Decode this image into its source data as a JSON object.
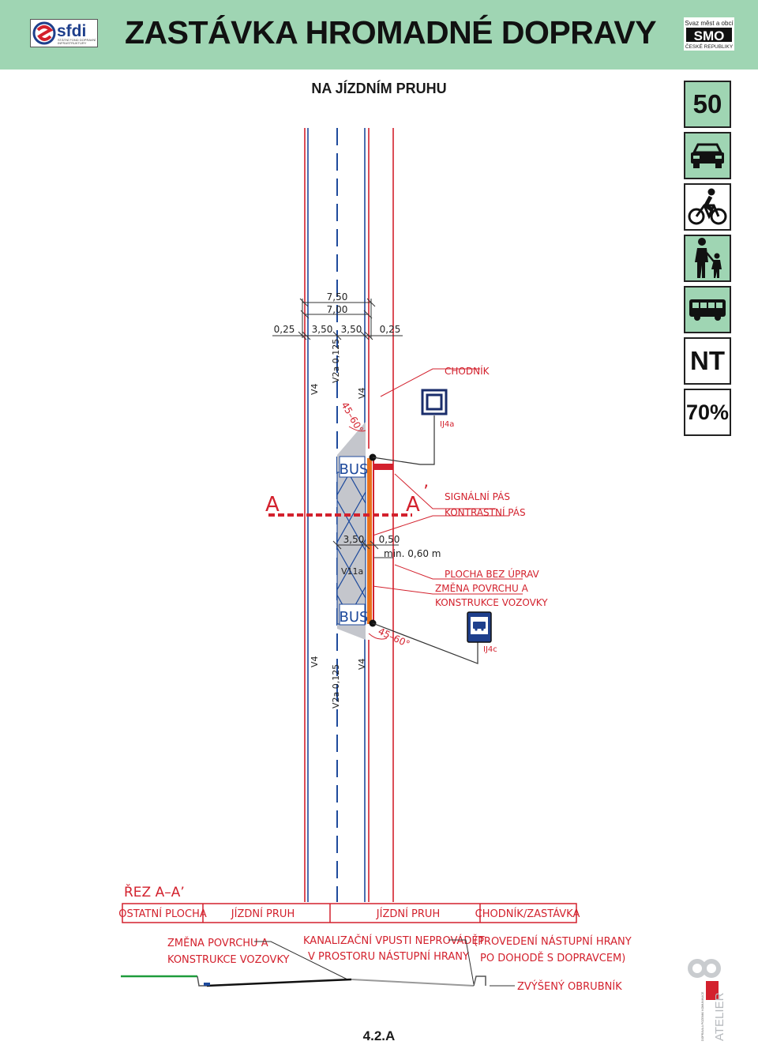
{
  "header": {
    "title": "ZASTÁVKA HROMADNÉ DOPRAVY",
    "sfdi_logo_text": "sfdi",
    "sfdi_logo_sub": "STÁTNÍ FOND DOPRAVNÍ INFRASTRUKTURY",
    "smo_logo_top": "Svaz měst a obcí",
    "smo_logo_mid": "SMO",
    "smo_logo_bottom": "ČESKÉ REPUBLIKY"
  },
  "subtitle": "NA JÍZDNÍM PRUHU",
  "sidebar": {
    "speed": "50",
    "nt": "NT",
    "percent": "70%"
  },
  "plan": {
    "dim_total_outer": "7,50",
    "dim_total_inner": "7,00",
    "dim_edge_left": "0,25",
    "dim_lane_left": "3,50",
    "dim_lane_right": "3,50",
    "dim_edge_right": "0,25",
    "mark_v4_left_top": "V4",
    "mark_v2a_top": "V2a 0,125",
    "mark_v4_right_top": "V4",
    "mark_v4_left_bottom": "V4",
    "mark_v2a_bottom": "V2a 0,125",
    "mark_v4_right_bottom": "V4",
    "angle_top": "45–60°",
    "angle_bottom": "45–60°",
    "bus_top": "BUS",
    "bus_bottom": "BUS",
    "v11a": "V11a",
    "dim_bay": "3,50",
    "dim_platform": "0,50",
    "dim_min": "min. 0,60 m",
    "section_a": "A",
    "section_a_prime": "A",
    "prime_mark": "’",
    "label_chodnik": "CHODNÍK",
    "sign_ij4a": "IJ4a",
    "sign_ij4c": "IJ4c",
    "label_signalni": "SIGNÁLNÍ PÁS",
    "label_kontrastni": "KONTRASTNÍ PÁS",
    "label_plocha": "PLOCHA BEZ ÚPRAV",
    "label_zmena_1": "ZMĚNA POVRCHU A",
    "label_zmena_2": "KONSTRUKCE VOZOVKY"
  },
  "section": {
    "title": "ŘEZ A–A’",
    "col_ostatni": "OSTATNÍ PLOCHA",
    "col_pruh_1": "JÍZDNÍ PRUH",
    "col_pruh_2": "JÍZDNÍ PRUH",
    "col_chodnik": "CHODNÍK/ZASTÁVKA",
    "note_zmena_1": "ZMĚNA POVRCHU A",
    "note_zmena_2": "KONSTRUKCE VOZOVKY",
    "note_kanal_1": "KANALIZAČNÍ VPUSTI NEPROVÁDĚT",
    "note_kanal_2": "V PROSTORU NÁSTUPNÍ HRANY",
    "note_proved_1": "(PROVEDENÍ NÁSTUPNÍ HRANY",
    "note_proved_2": "PO DOHODĚ S DOPRAVCEM)",
    "note_obrubnik": "ZVÝŠENÝ OBRUBNÍK"
  },
  "footer": {
    "figure_number": "4.2.A",
    "atelier": "ATELIER",
    "atelier_sub": "DOPRAVA A POZEMNÍ KOMUNIKACE"
  },
  "colors": {
    "header_bg": "#9fd5b3",
    "road_line": "#d3212d",
    "lane_line": "#1e4a9c",
    "platform_orange": "#e8701c",
    "bay_grey": "#c4c6cc"
  }
}
